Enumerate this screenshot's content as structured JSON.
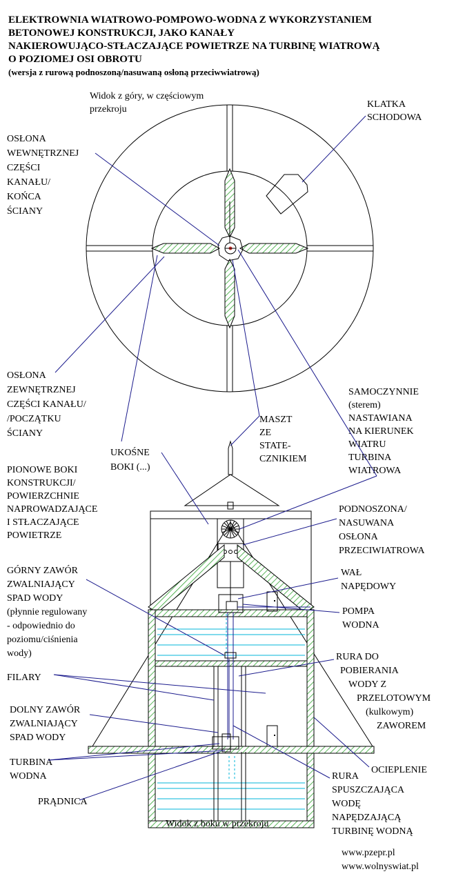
{
  "title": {
    "line1": "ELEKTROWNIA WIATROWO-POMPOWO-WODNA  Z WYKORZYSTANIEM",
    "line2": "BETONOWEJ KONSTRUKCJI, JAKO KANAŁY",
    "line3": "NAKIEROWUJĄCO-STŁACZAJĄCE POWIETRZE NA TURBINĘ WIATROWĄ",
    "line4": "O POZIOMEJ OSI OBROTU",
    "line5": "(wersja z rurową podnoszoną/nasuwaną osłoną przeciwwiatrową)"
  },
  "top_view": {
    "caption_l1": "Widok z góry, w częściowym",
    "caption_l2": "przekroju",
    "klatka_l1": "KLATKA",
    "klatka_l2": "SCHODOWA",
    "oslona_wew_l1": "OSŁONA",
    "oslona_wew_l2": "WEWNĘTRZNEJ",
    "oslona_wew_l3": "CZĘŚCI",
    "oslona_wew_l4": "KANAŁU/",
    "oslona_wew_l5": "KOŃCA",
    "oslona_wew_l6": "ŚCIANY",
    "oslona_zew_l1": "OSŁONA",
    "oslona_zew_l2": "ZEWNĘTRZNEJ",
    "oslona_zew_l3": "CZĘŚCI KANAŁU/",
    "oslona_zew_l4": "/POCZĄTKU",
    "oslona_zew_l5": "ŚCIANY"
  },
  "side_view": {
    "caption": "Widok z boku w przekroju",
    "samoczynnie_l1": "SAMOCZYNNIE",
    "samoczynnie_l2": "(sterem)",
    "samoczynnie_l3": "NASTAWIANA",
    "samoczynnie_l4": "NA KIERUNEK",
    "samoczynnie_l5": "WIATRU",
    "samoczynnie_l6": "TURBINA",
    "samoczynnie_l7": "WIATROWA",
    "maszt_l1": "MASZT",
    "maszt_l2": "ZE",
    "maszt_l3": "STATE-",
    "maszt_l4": "CZNIKIEM",
    "ukosne_l1": "UKOŚNE",
    "ukosne_l2": "BOKI (...)",
    "pionowe_l1": "PIONOWE BOKI",
    "pionowe_l2": "KONSTRUKCJI/",
    "pionowe_l3": "POWIERZCHNIE",
    "pionowe_l4": "NAPROWADZAJĄCE",
    "pionowe_l5": "I STŁACZAJĄCE",
    "pionowe_l6": "POWIETRZE",
    "podnoszona_l1": "PODNOSZONA/",
    "podnoszona_l2": "NASUWANA",
    "podnoszona_l3": "OSŁONA",
    "podnoszona_l4": "PRZECIWIATROWA",
    "gorny_l1": "GÓRNY ZAWÓR",
    "gorny_l2": "ZWALNIAJĄCY",
    "gorny_l3": "SPAD WODY",
    "gorny_l4": "(płynnie regulowany",
    "gorny_l5": "- odpowiednio do",
    "gorny_l6": "poziomu/ciśnienia",
    "gorny_l7": "wody)",
    "wal_l1": "WAŁ",
    "wal_l2": "NAPĘDOWY",
    "pompa_l1": "POMPA",
    "pompa_l2": "WODNA",
    "rura_pob_l1": "RURA DO",
    "rura_pob_l2": "POBIERANIA",
    "rura_pob_l3": "WODY Z",
    "rura_pob_l4": "PRZELOTOWYM",
    "rura_pob_l5": "(kulkowym)",
    "rura_pob_l6": "ZAWOREM",
    "filary": "FILARY",
    "dolny_l1": "DOLNY ZAWÓR",
    "dolny_l2": "ZWALNIAJĄCY",
    "dolny_l3": "SPAD WODY",
    "turbina_l1": "TURBINA",
    "turbina_l2": "WODNA",
    "ocieplenie": "OCIEPLENIE",
    "pradnica": "PRĄDNICA",
    "rura_spu_l1": "RURA",
    "rura_spu_l2": "SPUSZCZAJĄCA",
    "rura_spu_l3": "WODĘ",
    "rura_spu_l4": "NAPĘDZAJĄCĄ",
    "rura_spu_l5": "TURBINĘ WODNĄ"
  },
  "footer": {
    "url1": "www.pzepr.pl",
    "url2": "www.wolnyswiat.pl"
  }
}
